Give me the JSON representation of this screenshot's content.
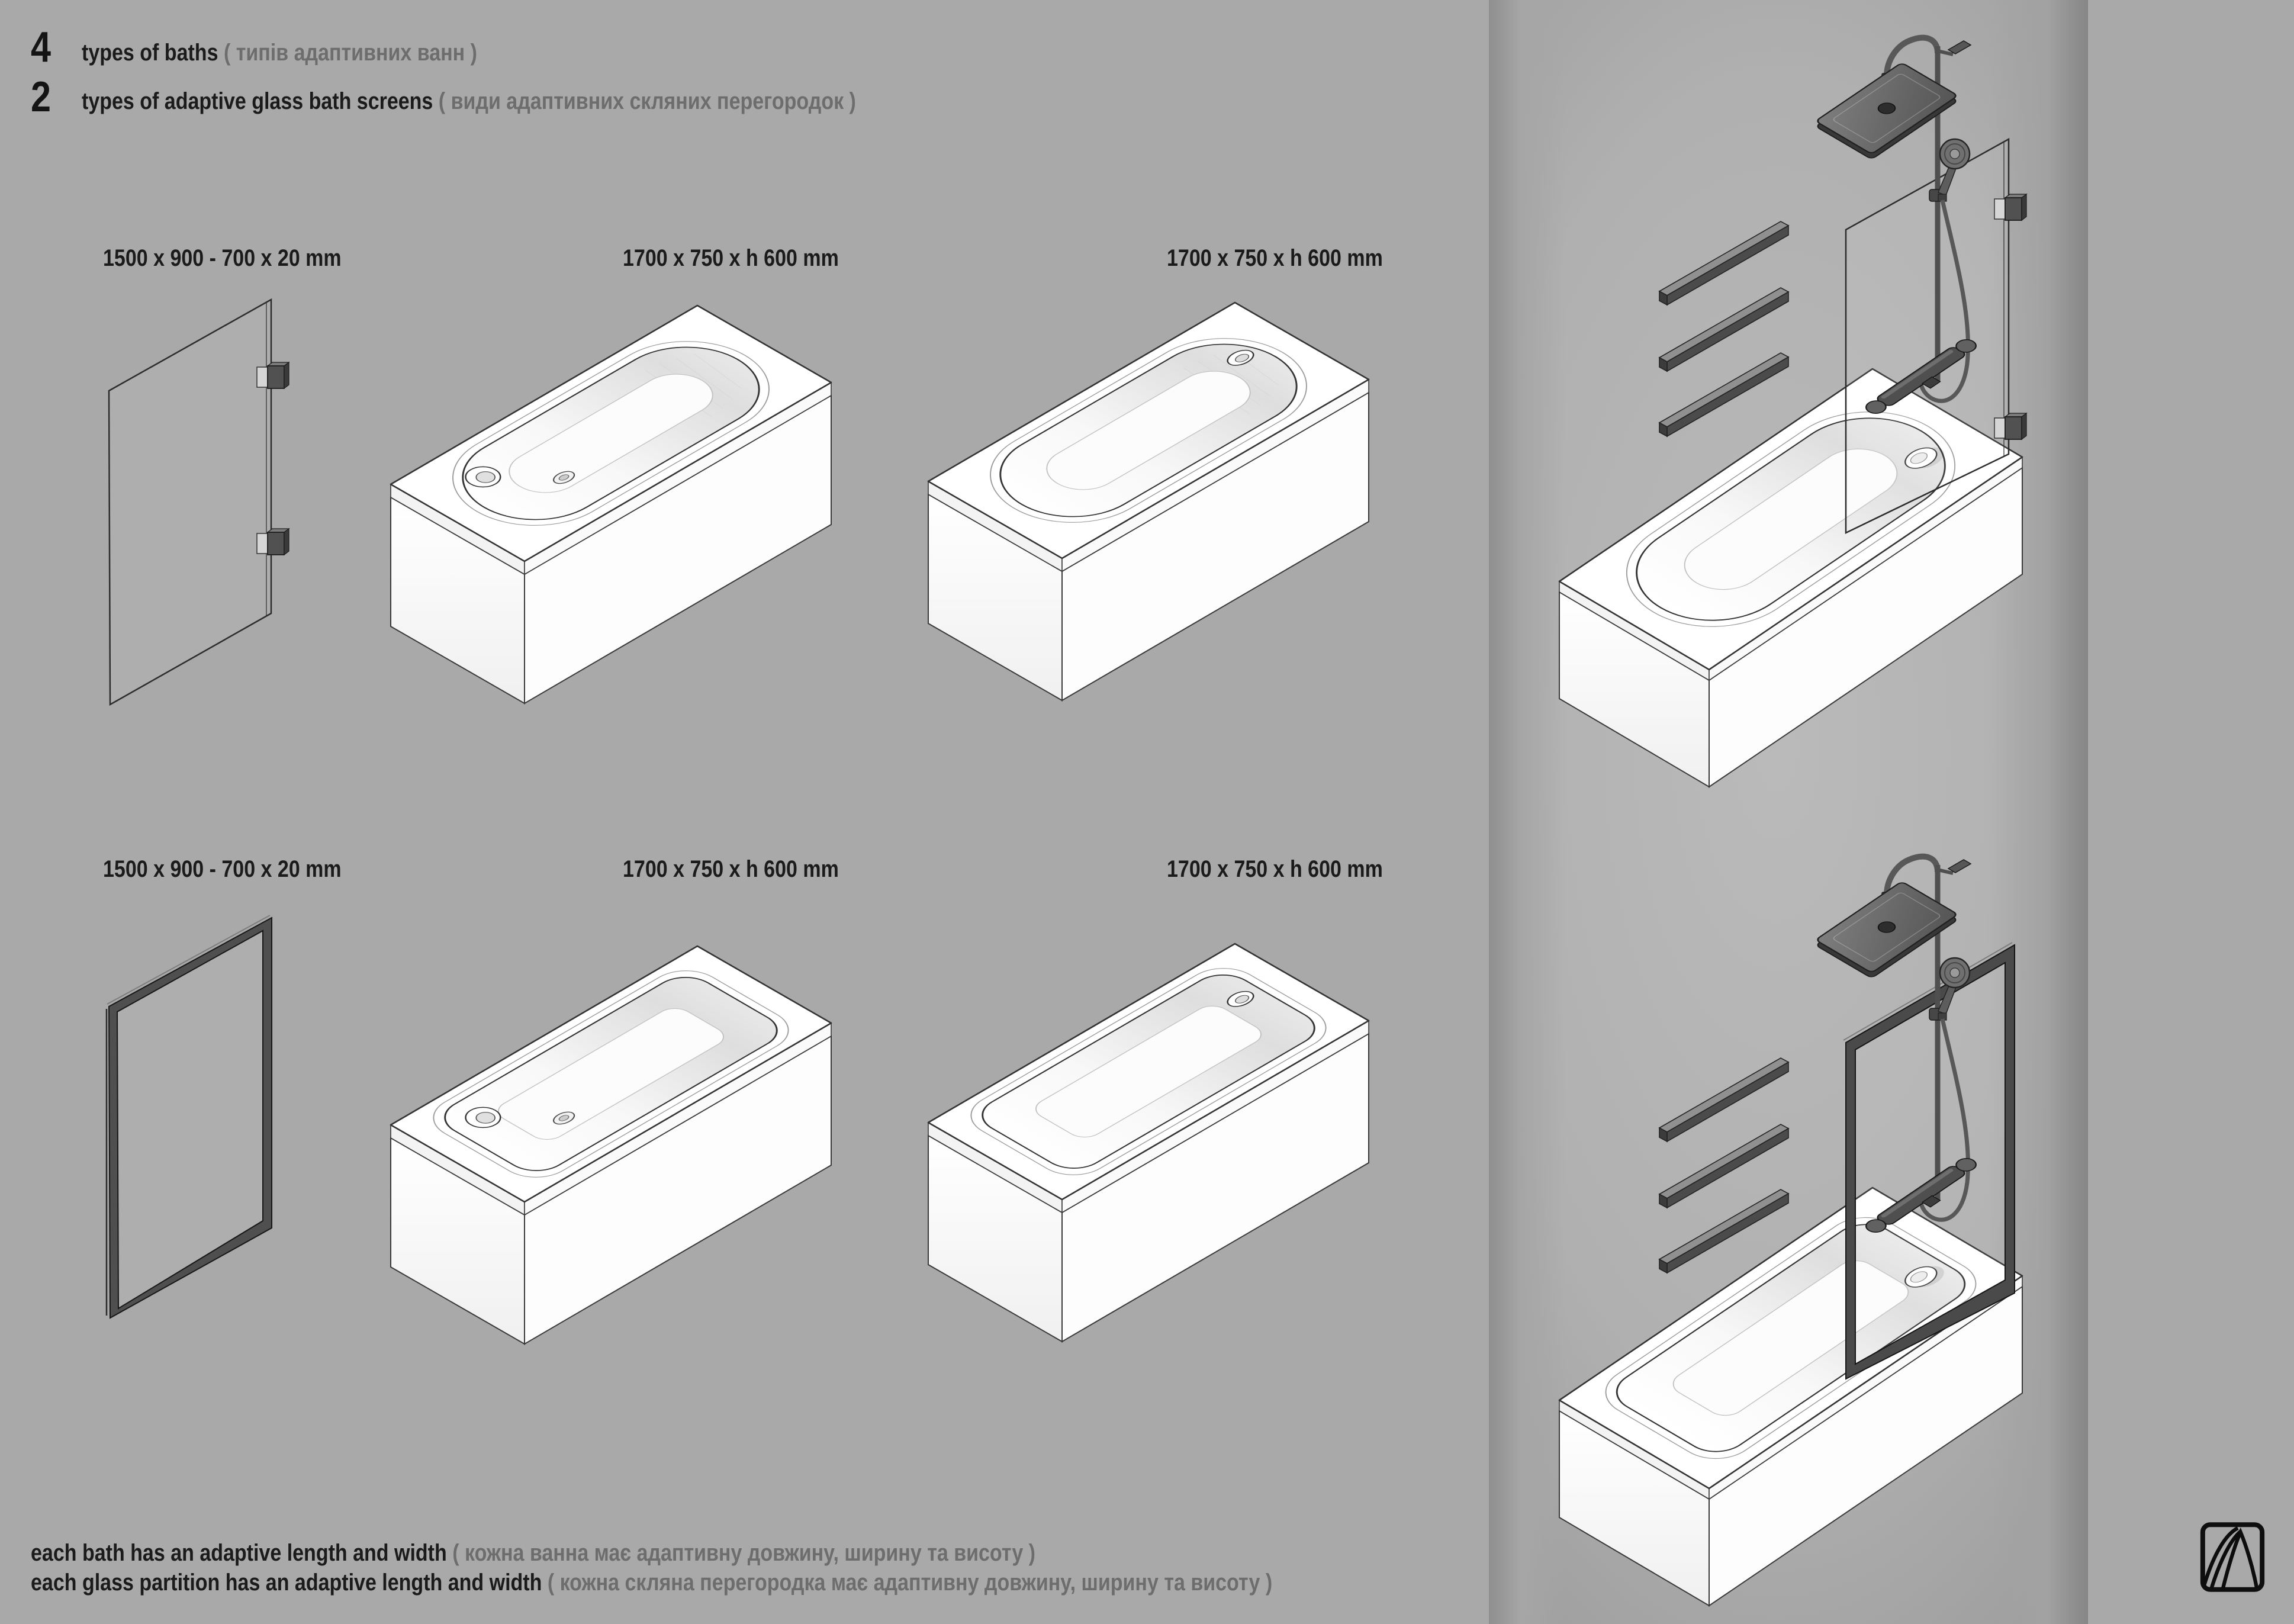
{
  "header": {
    "items": [
      {
        "count": "4",
        "en": "types of baths",
        "ua": "( типів адаптивних ванн )"
      },
      {
        "count": "2",
        "en": "types of adaptive glass bath screens",
        "ua": "( види адаптивних скляних перегородок )"
      }
    ]
  },
  "figures": {
    "row1": [
      {
        "label": "1500 x 900 - 700 x 20 mm"
      },
      {
        "label": "1700 x 750 x h 600 mm"
      },
      {
        "label": "1700 x 750 x h 600 mm"
      }
    ],
    "row2": [
      {
        "label": "1500 x 900 - 700 x 20 mm"
      },
      {
        "label": "1700 x 750 x h 600 mm"
      },
      {
        "label": "1700 x 750 x h 600 mm"
      }
    ]
  },
  "footer": {
    "lines": [
      {
        "en": "each bath has an adaptive length and width",
        "ua": "( кожна ванна має адаптивну довжину, ширину та висоту )"
      },
      {
        "en": "each glass partition has an adaptive length and width",
        "ua": "( кожна скляна перегородка має адаптивну довжину, ширину та висоту )"
      }
    ]
  },
  "colors": {
    "background": "#a9a9a9",
    "panel_light": "#bababa",
    "panel_dark": "#8f8f8f",
    "text_primary": "#1b1b1b",
    "text_secondary": "#6d6d6d",
    "hardware_dark": "#4a4a4a",
    "bath_white": "#ffffff"
  }
}
